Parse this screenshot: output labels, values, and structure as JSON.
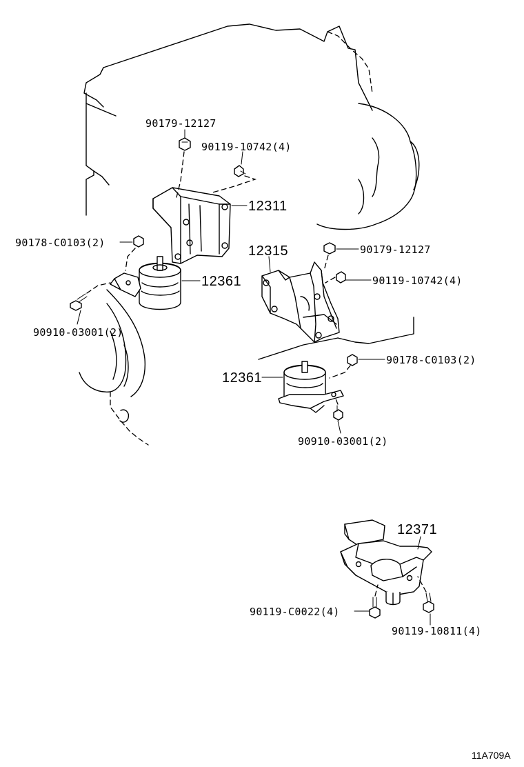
{
  "labels": {
    "nut_upper_left": "90179-12127",
    "bolt_upper_left": "90119-10742(4)",
    "bracket_left": "12311",
    "nut_left_mid": "90178-C0103(2)",
    "insulator_left": "12361",
    "bolt_left_lower": "90910-03001(2)",
    "bracket_right": "12315",
    "nut_right_upper": "90179-12127",
    "bolt_right_upper": "90119-10742(4)",
    "nut_right_mid": "90178-C0103(2)",
    "insulator_right": "12361",
    "bolt_right_lower": "90910-03001(2)",
    "rear_mount": "12371",
    "bolt_rear_left": "90119-C0022(4)",
    "bolt_rear_right": "90119-10811(4)",
    "illustration_code": "11A709A"
  }
}
